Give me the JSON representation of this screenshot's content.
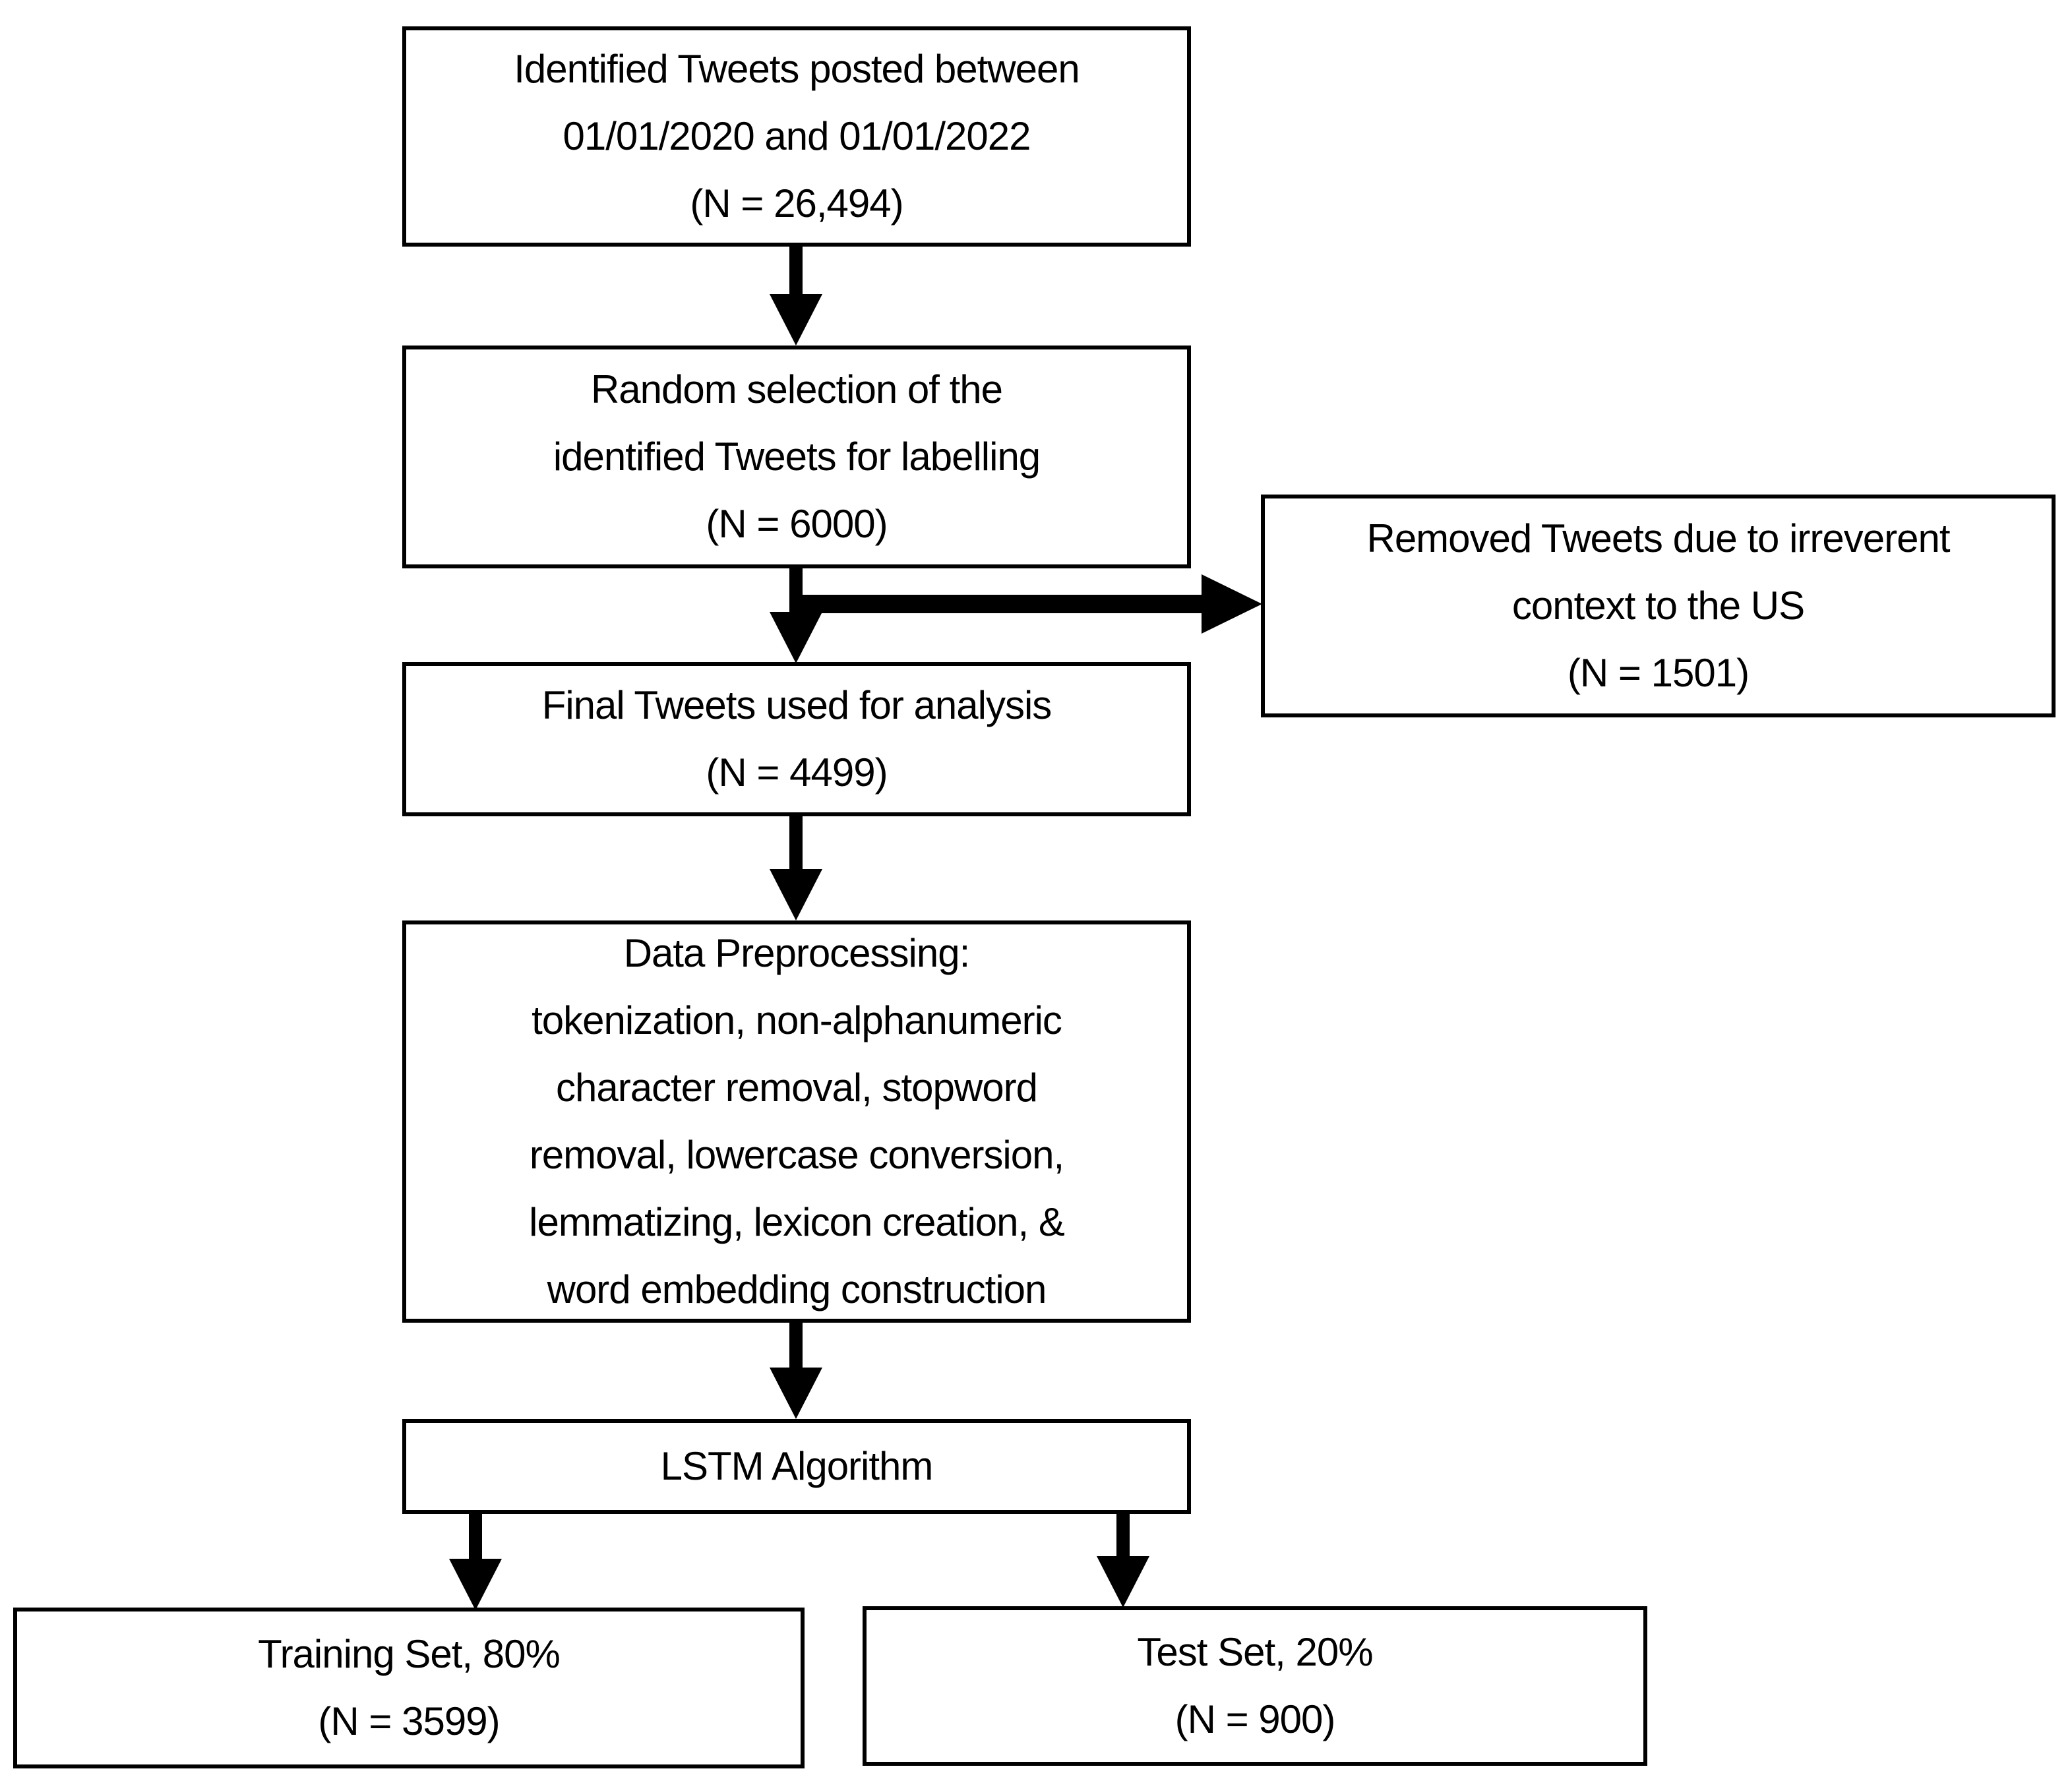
{
  "figure": {
    "background_color": "#ffffff",
    "box_fill_color": "#ffffff",
    "box_border_color": "#000000",
    "arrow_color": "#000000",
    "text_color": "#000000"
  },
  "boxes": {
    "identified": {
      "lines": [
        "Identified Tweets posted between",
        "01/01/2020 and 01/01/2022",
        "(N = 26,494)"
      ]
    },
    "random_selection": {
      "lines": [
        "Random selection of the",
        "identified Tweets for labelling",
        "(N = 6000)"
      ]
    },
    "removed": {
      "lines": [
        "Removed Tweets due to irreverent",
        "context to the US",
        "(N = 1501)"
      ]
    },
    "final": {
      "lines": [
        "Final Tweets used for analysis",
        "(N = 4499)"
      ]
    },
    "preprocessing": {
      "lines": [
        "Data Preprocessing:",
        "tokenization, non-alphanumeric",
        "character removal, stopword",
        "removal, lowercase conversion,",
        "lemmatizing, lexicon creation, &",
        "word embedding construction"
      ]
    },
    "lstm": {
      "lines": [
        "LSTM Algorithm"
      ]
    },
    "training": {
      "lines": [
        "Training Set, 80%",
        "(N = 3599)"
      ]
    },
    "test": {
      "lines": [
        "Test Set, 20%",
        "(N = 900)"
      ]
    }
  }
}
